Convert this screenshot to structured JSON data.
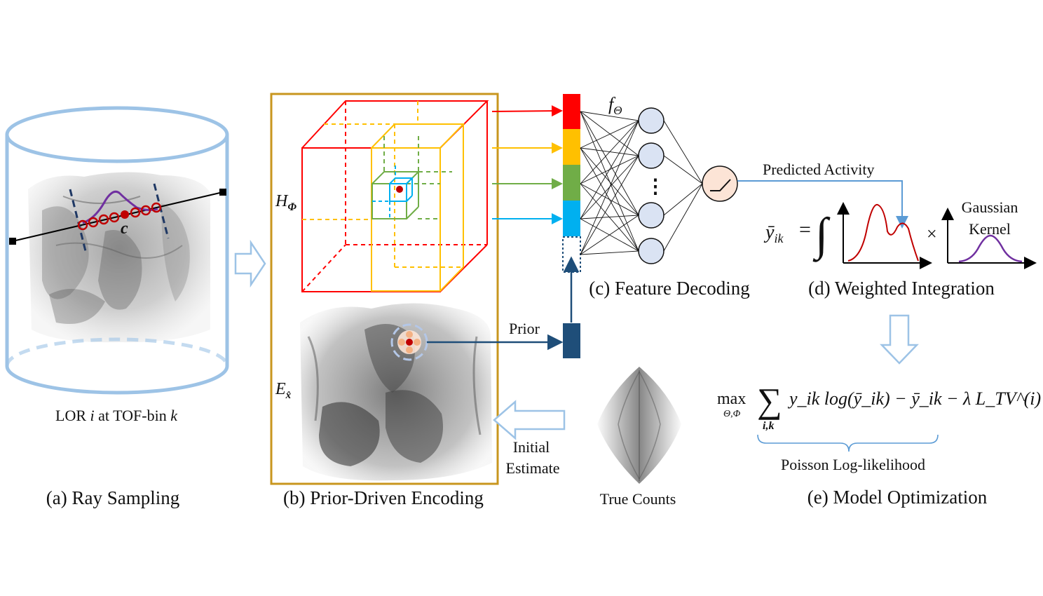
{
  "panels": {
    "a": {
      "caption": "(a) Ray Sampling",
      "lor_label_parts": [
        "LOR ",
        "i",
        " at TOF-bin ",
        "k"
      ],
      "center_symbol": "c"
    },
    "b": {
      "caption": "(b) Prior-Driven Encoding",
      "hash_symbol": "H",
      "hash_sub": "Φ",
      "encoder_symbol": "E",
      "encoder_sub": "x̂"
    },
    "c": {
      "caption": "(c) Feature Decoding",
      "mlp_symbol": "f",
      "mlp_sub": "Θ",
      "prior_label": "Prior",
      "ellipsis": "⋮"
    },
    "d": {
      "caption": "(d) Weighted Integration",
      "predicted_label": "Predicted Activity",
      "kernel_label_line1": "Gaussian",
      "kernel_label_line2": "Kernel",
      "lhs": "ȳ",
      "lhs_sub": "ik",
      "equals": "=",
      "integral": "∫",
      "times": "×"
    },
    "e": {
      "caption": "(e) Model Optimization",
      "loglik_label": "Poisson Log-likelihood",
      "max_word": "max",
      "max_sub": "Θ,Φ",
      "sum_symbol": "∑",
      "sum_sub": "i,k",
      "formula": "y_ik log(ȳ_ik) − ȳ_ik − λ L_TV^(i) (Φ)"
    },
    "counts": {
      "caption": "True Counts",
      "initial_line1": "Initial",
      "initial_line2": "Estimate"
    }
  },
  "colors": {
    "cylinder": "#9dc3e6",
    "box": "#c8961e",
    "level_red": "#ff0000",
    "level_orange": "#ffc000",
    "level_green": "#70ad47",
    "level_blue": "#00b0f0",
    "prior_block": "#1f4e79",
    "neuron": "#dae3f3",
    "activation": "#fce4d6",
    "curve_red": "#c00000",
    "curve_purple": "#7030a0",
    "bracket": "#5b9bd5"
  }
}
